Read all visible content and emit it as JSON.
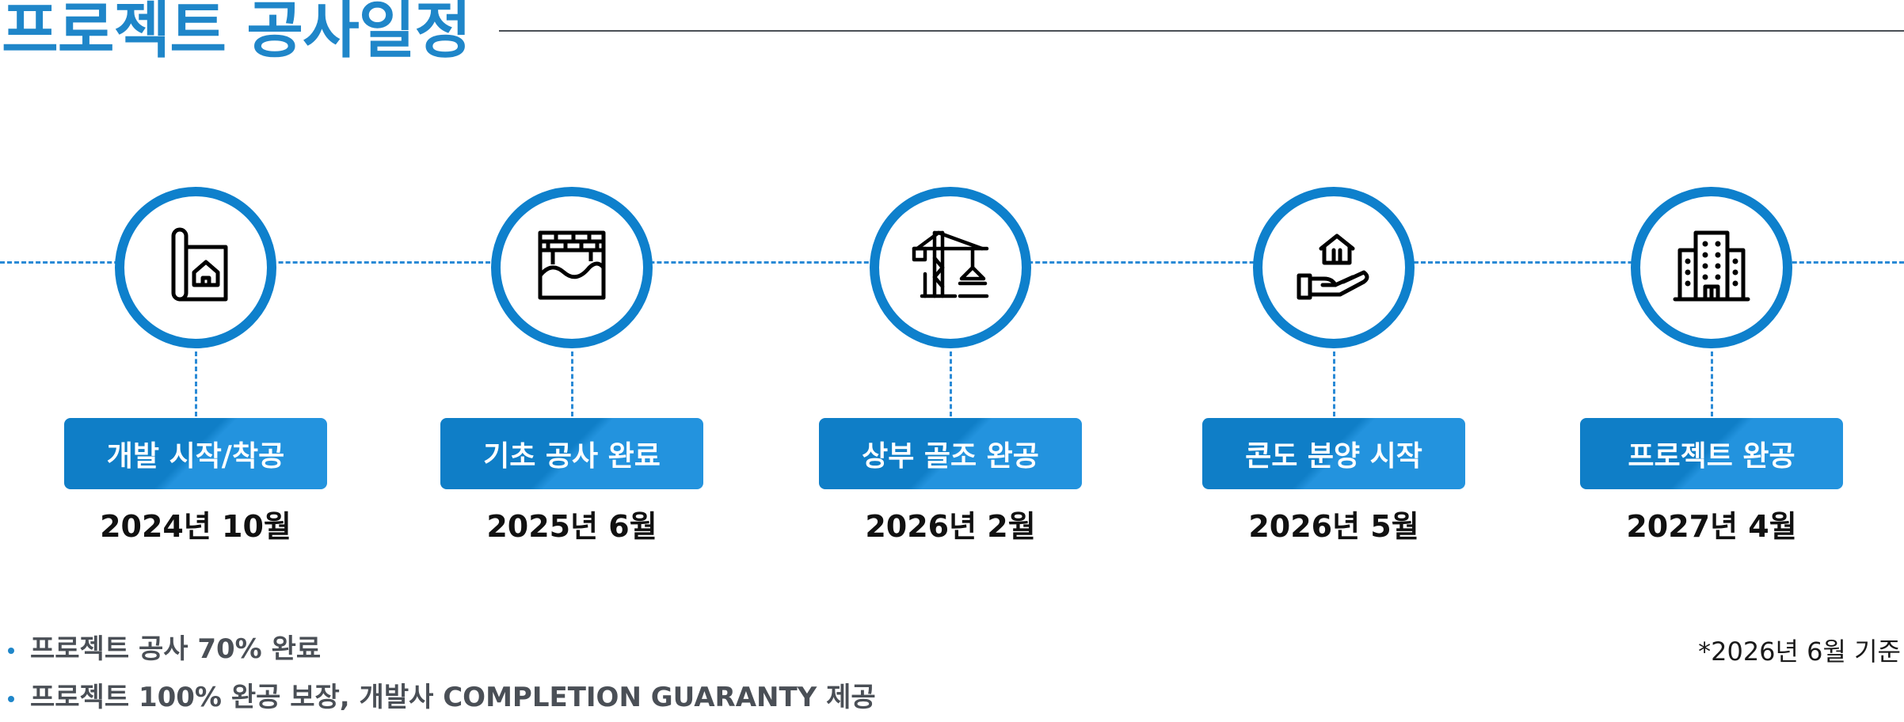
{
  "title": "프로젝트 공사일정",
  "milestones": [
    {
      "icon": "blueprint-house-icon",
      "label": "개발 시작/착공",
      "date": "2024년 10월"
    },
    {
      "icon": "foundation-icon",
      "label": "기초 공사 완료",
      "date": "2025년 6월"
    },
    {
      "icon": "construction-crane-icon",
      "label": "상부 골조 완공",
      "date": "2026년 2월"
    },
    {
      "icon": "hand-house-icon",
      "label": "콘도 분양 시작",
      "date": "2026년 5월"
    },
    {
      "icon": "building-icon",
      "label": "프로젝트 완공",
      "date": "2027년 4월"
    }
  ],
  "notes": [
    "프로젝트 공사 70% 완료",
    "프로젝트 100% 완공 보장, 개발사 COMPLETION GUARANTY 제공"
  ],
  "footnote": "*2026년 6월 기준",
  "colors": {
    "accent": "#1f86c9",
    "circle_ring": "#0e80cc",
    "label_bg": "#1a8ad4",
    "dashed_line": "#2a8ad6",
    "text_dark": "#111111",
    "text_gray": "#4a4f56"
  }
}
